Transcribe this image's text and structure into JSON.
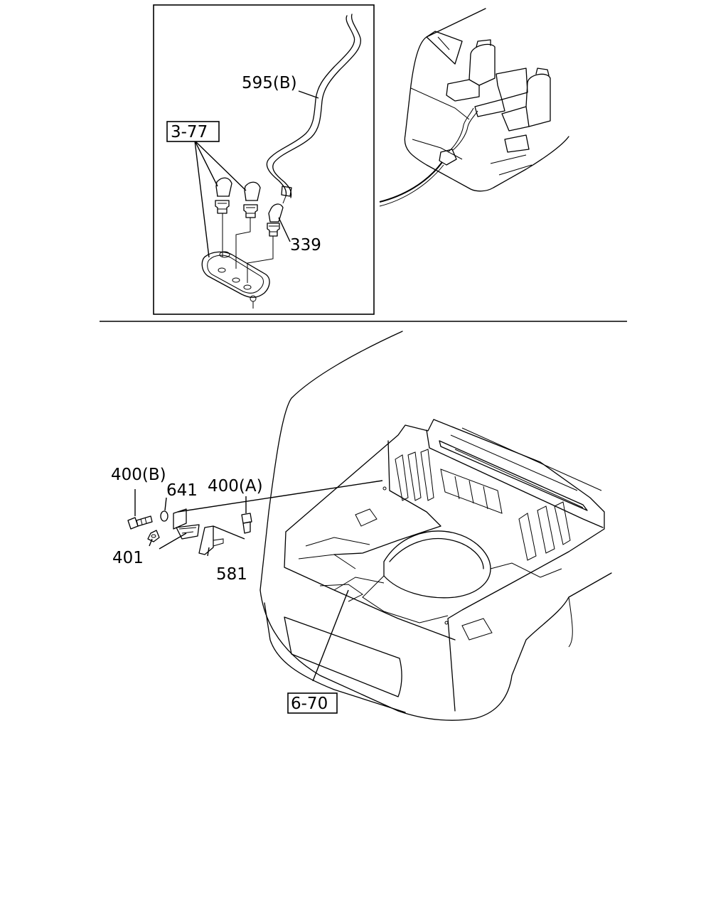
{
  "callouts": {
    "hose_595b": "595(B)",
    "ref_3_77": "3-77",
    "elbow_339": "339",
    "bolt_400b": "400(B)",
    "washer_641": "641",
    "bolt_400a": "400(A)",
    "nut_401": "401",
    "bracket_581": "581",
    "ref_6_70": "6-70"
  }
}
